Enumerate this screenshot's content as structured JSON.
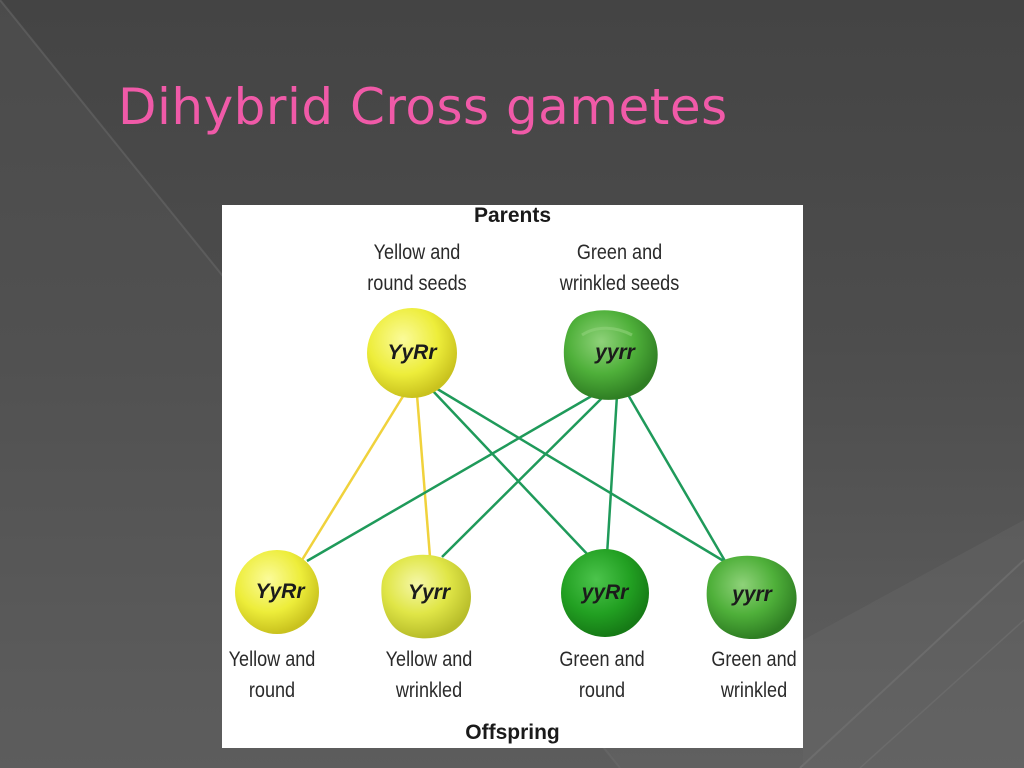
{
  "slide": {
    "title": "Dihybrid Cross gametes"
  },
  "diagram": {
    "parents_heading": "Parents",
    "offspring_heading": "Offspring",
    "parents": [
      {
        "genotype": "YyRr",
        "label": "Yellow and\nround seeds",
        "color": "#eded3a"
      },
      {
        "genotype": "yyrr",
        "label": "Green and\nwrinkled seeds",
        "color": "#4fb03a"
      }
    ],
    "offspring": [
      {
        "genotype": "YyRr",
        "label": "Yellow and\nround",
        "color": "#eded3a"
      },
      {
        "genotype": "Yyrr",
        "label": "Yellow and\nwrinkled",
        "color": "#e6ec45"
      },
      {
        "genotype": "yyRr",
        "label": "Green and\nround",
        "color": "#2aa52a"
      },
      {
        "genotype": "yyrr",
        "label": "Green and\nwrinkled",
        "color": "#4fb03a"
      }
    ],
    "line_colors": {
      "yellow_parent": "#f0d23c",
      "green_parent": "#1f9a5a"
    }
  }
}
